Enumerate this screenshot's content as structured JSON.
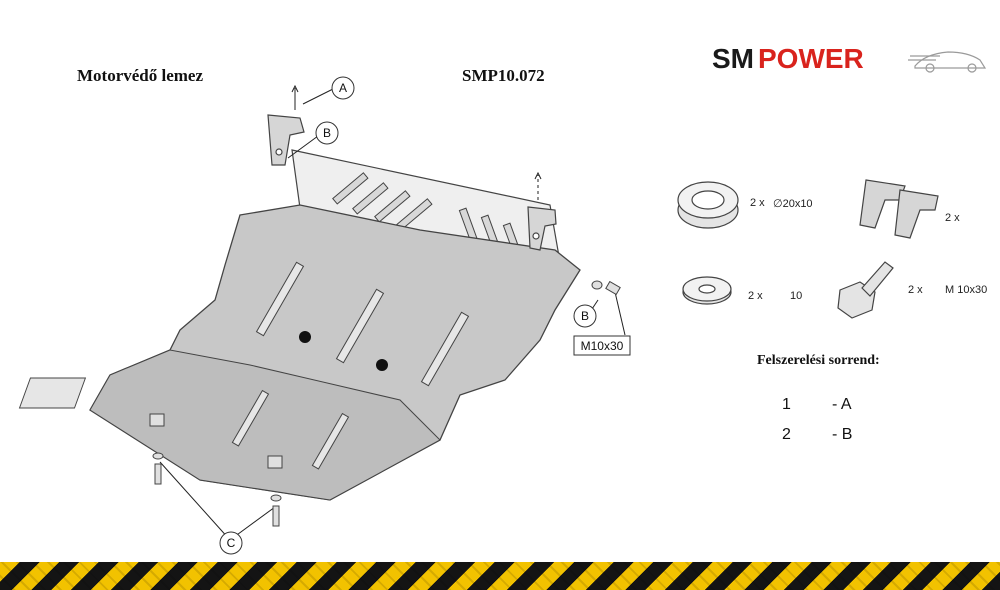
{
  "header": {
    "product_title": "Motorvédő lemez",
    "product_code": "SMP10.072"
  },
  "logo": {
    "text_sm": "SM",
    "text_power": "POWER",
    "colors": {
      "sm": "#1a1a1a",
      "power": "#d9231d"
    }
  },
  "diagram": {
    "callouts": {
      "a": "A",
      "b_top": "B",
      "b_right": "B",
      "c": "C",
      "bolt": "M10x30"
    }
  },
  "parts": {
    "ring_qty": "2 x",
    "ring_size": "∅20x10",
    "bracket_qty": "2 x",
    "washer_qty": "2 x",
    "washer_size": "10",
    "bolt_qty": "2 x",
    "bolt_size": "M 10x30"
  },
  "assembly": {
    "title": "Felszerelési sorrend:",
    "steps": [
      {
        "num": "1",
        "value": "- A"
      },
      {
        "num": "2",
        "value": "- B"
      }
    ]
  },
  "colors": {
    "plate": "#c8c8c8",
    "outline": "#444444",
    "hazard_yellow": "#f2c200",
    "hazard_black": "#141414"
  }
}
